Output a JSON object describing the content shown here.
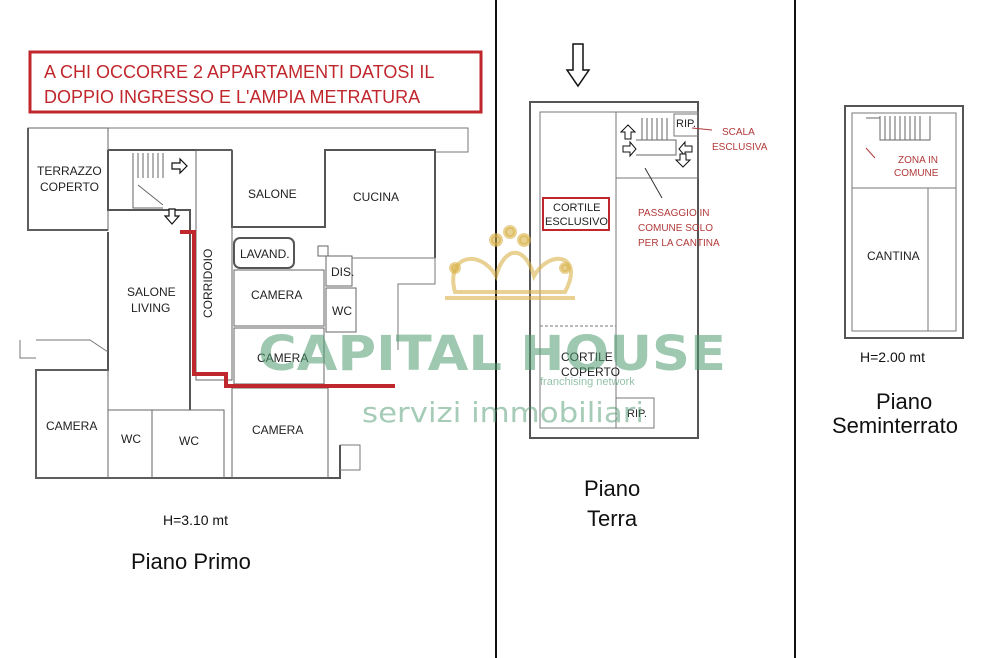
{
  "banner": {
    "line1": "A CHI OCCORRE 2 APPARTAMENTI DATOSI IL",
    "line2": "DOPPIO INGRESSO E L'AMPIA METRATURA"
  },
  "piano_primo": {
    "rooms": {
      "terrazzo_1": "TERRAZZO",
      "terrazzo_2": "COPERTO",
      "salone": "SALONE",
      "cucina": "CUCINA",
      "salone_living_1": "SALONE",
      "salone_living_2": "LIVING",
      "corridoio": "CORRIDOIO",
      "lavand": "LAVAND.",
      "dis": "DIS.",
      "camera_a": "CAMERA",
      "wc_a": "WC",
      "camera_b": "CAMERA",
      "camera_c": "CAMERA",
      "wc_b": "WC",
      "wc_c": "WC",
      "camera_d": "CAMERA"
    },
    "height": "H=3.10 mt",
    "caption": "Piano Primo"
  },
  "piano_terra": {
    "rooms": {
      "cortile_esclusivo_1": "CORTILE",
      "cortile_esclusivo_2": "ESCLUSIVO",
      "cortile_coperto_1": "CORTILE",
      "cortile_coperto_2": "COPERTO",
      "rip_top": "RIP.",
      "rip_bottom": "RIP."
    },
    "notes": {
      "scala_1": "SCALA",
      "scala_2": "ESCLUSIVA",
      "passaggio_1": "PASSAGGIO IN",
      "passaggio_2": "COMUNE SOLO",
      "passaggio_3": "PER LA CANTINA"
    },
    "caption_1": "Piano",
    "caption_2": "Terra"
  },
  "piano_seminterrato": {
    "rooms": {
      "zona_1": "ZONA IN",
      "zona_2": "COMUNE",
      "cantina": "CANTINA"
    },
    "height": "H=2.00 mt",
    "caption_1": "Piano",
    "caption_2": "Seminterrato"
  },
  "watermark": {
    "brand": "CAPITAL HOUSE",
    "network": "franchising network",
    "services": "servizi immobiliari"
  },
  "colors": {
    "banner_red": "#c0272d",
    "path_red": "#c0272d",
    "watermark_green": "#4e9a70",
    "watermark_gold": "#d9b24a"
  }
}
